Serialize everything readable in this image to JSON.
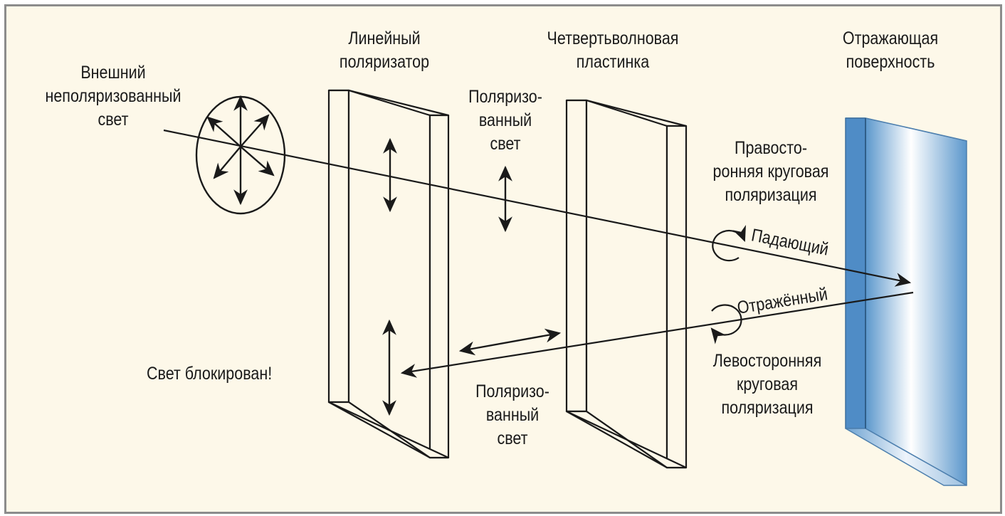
{
  "labels": {
    "external_light": "Внешний\nнеполяризованный\nсвет",
    "linear_polarizer": "Линейный\nполяризатор",
    "quarter_wave_plate": "Четвертьволновая\nпластинка",
    "reflecting_surface": "Отражающая\nповерхность",
    "polarized_light_top": "Поляризо-\nванный\nсвет",
    "right_circular": "Правосто-\nронняя круговая\nполяризация",
    "incident": "Падающий",
    "reflected": "Отражённый",
    "left_circular": "Левосторонняя\nкруговая\nполяризация",
    "light_blocked": "Свет блокирован!",
    "polarized_light_bottom": "Поляризо-\nванный\nсвет"
  },
  "colors": {
    "background": "#fdf8e9",
    "border": "#8c8c8c",
    "line": "#1a1a1a",
    "mirror_edge": "#5b97cc",
    "mirror_light": "#ffffff"
  }
}
